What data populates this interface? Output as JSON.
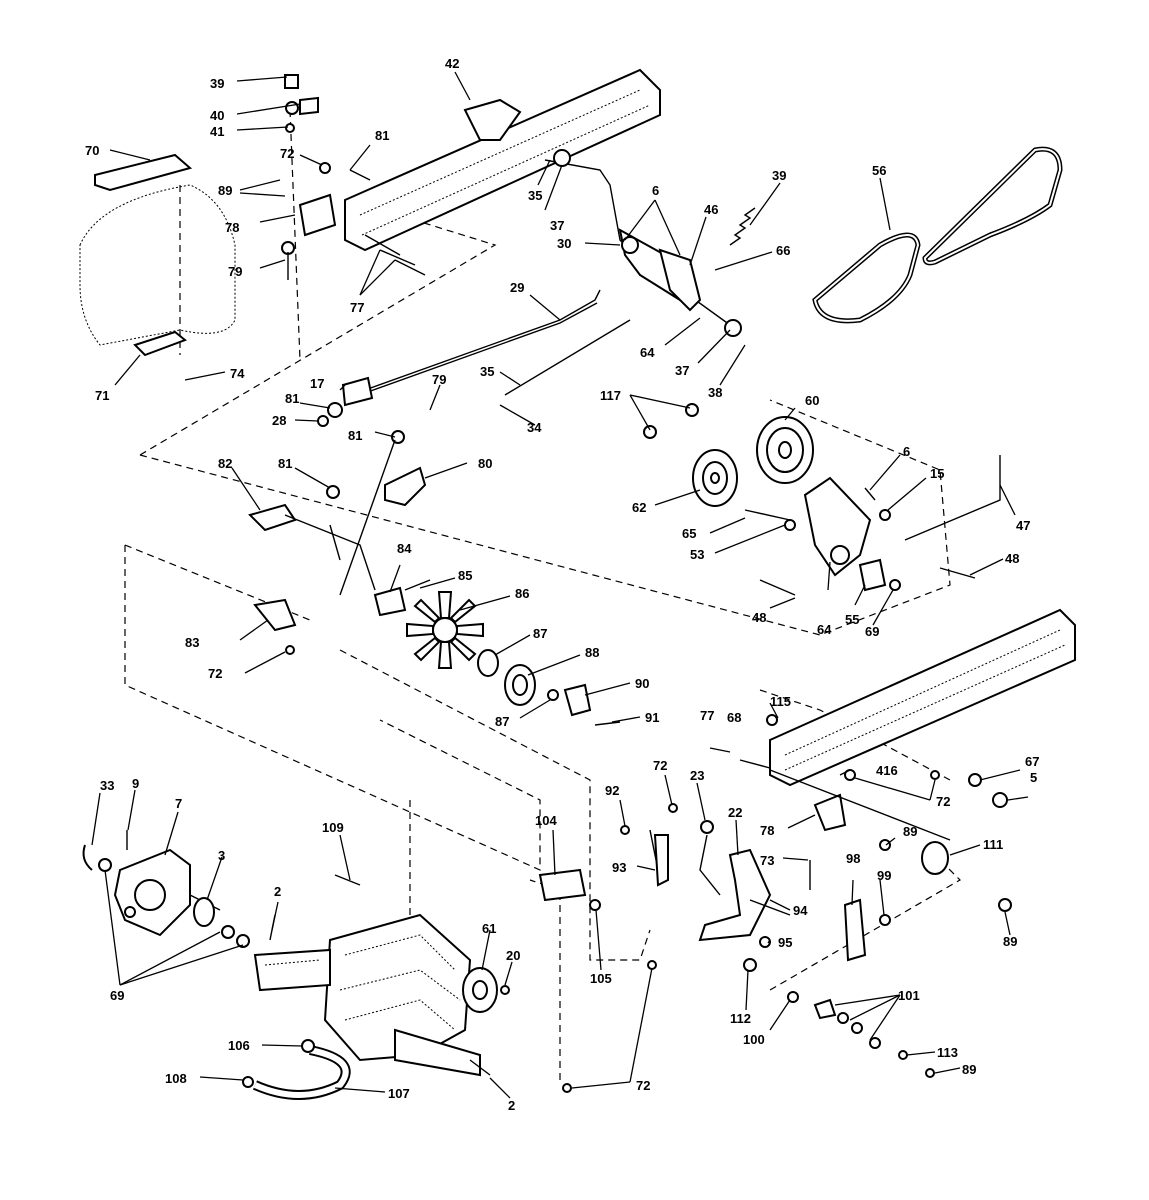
{
  "diagram": {
    "callouts": [
      {
        "id": "c39a",
        "text": "39"
      },
      {
        "id": "c40",
        "text": "40"
      },
      {
        "id": "c41",
        "text": "41"
      },
      {
        "id": "c42",
        "text": "42"
      },
      {
        "id": "c70",
        "text": "70"
      },
      {
        "id": "c81a",
        "text": "81"
      },
      {
        "id": "c72a",
        "text": "72"
      },
      {
        "id": "c89a",
        "text": "89"
      },
      {
        "id": "c78a",
        "text": "78"
      },
      {
        "id": "c79a",
        "text": "79"
      },
      {
        "id": "c77a",
        "text": "77"
      },
      {
        "id": "c35",
        "text": "35"
      },
      {
        "id": "c37a",
        "text": "37"
      },
      {
        "id": "c30",
        "text": "30"
      },
      {
        "id": "c6a",
        "text": "6"
      },
      {
        "id": "c46",
        "text": "46"
      },
      {
        "id": "c39b",
        "text": "39"
      },
      {
        "id": "c66",
        "text": "66"
      },
      {
        "id": "c56",
        "text": "56"
      },
      {
        "id": "c29",
        "text": "29"
      },
      {
        "id": "c64a",
        "text": "64"
      },
      {
        "id": "c37b",
        "text": "37"
      },
      {
        "id": "c38",
        "text": "38"
      },
      {
        "id": "c71",
        "text": "71"
      },
      {
        "id": "c74",
        "text": "74"
      },
      {
        "id": "c17",
        "text": "17"
      },
      {
        "id": "c81b",
        "text": "81"
      },
      {
        "id": "c28",
        "text": "28"
      },
      {
        "id": "c79b",
        "text": "79"
      },
      {
        "id": "c35b",
        "text": "35"
      },
      {
        "id": "c34",
        "text": "34"
      },
      {
        "id": "c117",
        "text": "117"
      },
      {
        "id": "c60",
        "text": "60"
      },
      {
        "id": "c81c",
        "text": "81"
      },
      {
        "id": "c80",
        "text": "80"
      },
      {
        "id": "c82",
        "text": "82"
      },
      {
        "id": "c81d",
        "text": "81"
      },
      {
        "id": "c6b",
        "text": "6"
      },
      {
        "id": "c15",
        "text": "15"
      },
      {
        "id": "c62",
        "text": "62"
      },
      {
        "id": "c47",
        "text": "47"
      },
      {
        "id": "c65",
        "text": "65"
      },
      {
        "id": "c53",
        "text": "53"
      },
      {
        "id": "c48a",
        "text": "48"
      },
      {
        "id": "c48b",
        "text": "48"
      },
      {
        "id": "c64b",
        "text": "64"
      },
      {
        "id": "c55",
        "text": "55"
      },
      {
        "id": "c69",
        "text": "69"
      },
      {
        "id": "c84",
        "text": "84"
      },
      {
        "id": "c85",
        "text": "85"
      },
      {
        "id": "c86",
        "text": "86"
      },
      {
        "id": "c83",
        "text": "83"
      },
      {
        "id": "c72b",
        "text": "72"
      },
      {
        "id": "c87a",
        "text": "87"
      },
      {
        "id": "c88",
        "text": "88"
      },
      {
        "id": "c90",
        "text": "90"
      },
      {
        "id": "c87b",
        "text": "87"
      },
      {
        "id": "c91",
        "text": "91"
      },
      {
        "id": "c115",
        "text": "115"
      },
      {
        "id": "c77b",
        "text": "77"
      },
      {
        "id": "c68",
        "text": "68"
      },
      {
        "id": "c416",
        "text": "416"
      },
      {
        "id": "c67",
        "text": "67"
      },
      {
        "id": "c5",
        "text": "5"
      },
      {
        "id": "c72c",
        "text": "72"
      },
      {
        "id": "c33",
        "text": "33"
      },
      {
        "id": "c9",
        "text": "9"
      },
      {
        "id": "c7",
        "text": "7"
      },
      {
        "id": "c109",
        "text": "109"
      },
      {
        "id": "c104",
        "text": "104"
      },
      {
        "id": "c92",
        "text": "92"
      },
      {
        "id": "c72d",
        "text": "72"
      },
      {
        "id": "c23",
        "text": "23"
      },
      {
        "id": "c22",
        "text": "22"
      },
      {
        "id": "c78b",
        "text": "78"
      },
      {
        "id": "c89b",
        "text": "89"
      },
      {
        "id": "c111",
        "text": "111"
      },
      {
        "id": "c73",
        "text": "73"
      },
      {
        "id": "c3",
        "text": "3"
      },
      {
        "id": "c93",
        "text": "93"
      },
      {
        "id": "c98",
        "text": "98"
      },
      {
        "id": "c99",
        "text": "99"
      },
      {
        "id": "c2a",
        "text": "2"
      },
      {
        "id": "c94",
        "text": "94"
      },
      {
        "id": "c89c",
        "text": "89"
      },
      {
        "id": "c61",
        "text": "61"
      },
      {
        "id": "c20",
        "text": "20"
      },
      {
        "id": "c105",
        "text": "105"
      },
      {
        "id": "c95",
        "text": "95"
      },
      {
        "id": "c69b",
        "text": "69"
      },
      {
        "id": "c112",
        "text": "112"
      },
      {
        "id": "c101",
        "text": "101"
      },
      {
        "id": "c100",
        "text": "100"
      },
      {
        "id": "c106",
        "text": "106"
      },
      {
        "id": "c113",
        "text": "113"
      },
      {
        "id": "c89d",
        "text": "89"
      },
      {
        "id": "c108",
        "text": "108"
      },
      {
        "id": "c107",
        "text": "107"
      },
      {
        "id": "c2b",
        "text": "2"
      },
      {
        "id": "c72e",
        "text": "72"
      }
    ]
  }
}
